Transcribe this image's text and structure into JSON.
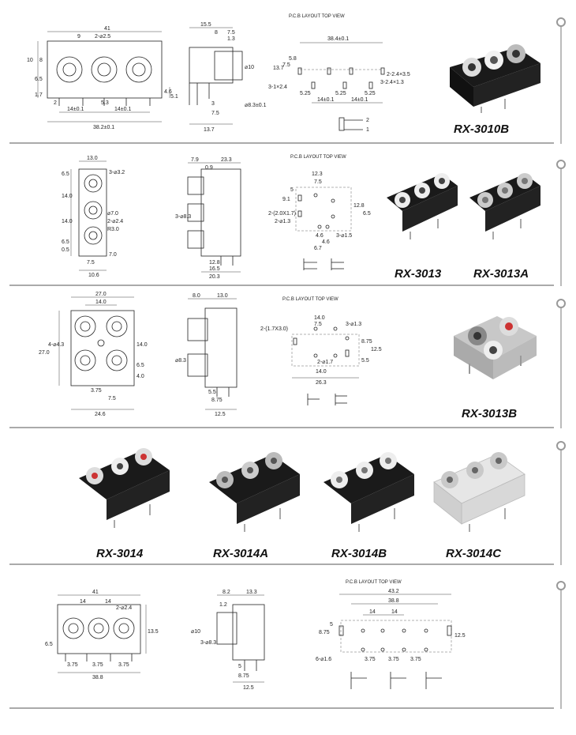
{
  "sections": [
    {
      "model_labels": [
        "RX-3010B"
      ],
      "pcb_header": "P.C.B LAYOUT    TOP VIEW",
      "front_dims": [
        "41",
        "9",
        "2-⌀2.5",
        "10",
        "8",
        "6.5",
        "1.7",
        "2",
        "5.3",
        "14±0.1",
        "14±0.1",
        "38.2±0.1",
        "4.6",
        "5.1"
      ],
      "side_dims": [
        "15.5",
        "8",
        "7.5",
        "1.3",
        "⌀10",
        "⌀8.3±0.1",
        "3",
        "7.5",
        "13.7"
      ],
      "pcb_dims": [
        "38.4±0.1",
        "13.7",
        "7.5",
        "5.8",
        "2-2.4×3.5",
        "3-2.4×1.3",
        "3-1×2.4",
        "5.25",
        "5.25",
        "5.25",
        "14±0.1",
        "14±0.1",
        "2",
        "1"
      ]
    },
    {
      "model_labels": [
        "RX-3013",
        "RX-3013A"
      ],
      "pcb_header": "P.C.B LAYOUT    TOP VIEW",
      "front_dims": [
        "13.0",
        "3-⌀3.2",
        "6.5",
        "14.0",
        "14.0",
        "6.5",
        "0.5",
        "⌀7.0",
        "2-⌀2.4",
        "R3.0",
        "7.5",
        "7.0",
        "10.6"
      ],
      "side_dims": [
        "7.9",
        "23.3",
        "0.9",
        "3-⌀8.3",
        "12.8",
        "16.5",
        "20.3"
      ],
      "pcb_dims": [
        "12.3",
        "7.5",
        "5",
        "9.1",
        "2-(2.0X1.7)",
        "2-⌀1.3",
        "12.8",
        "4.6",
        "4.6",
        "6.7",
        "3-⌀1.5",
        "6.5"
      ]
    },
    {
      "model_labels": [
        "RX-3013B"
      ],
      "pcb_header": "P.C.B LAYOUT    TOP VIEW",
      "front_dims": [
        "27.0",
        "14.0",
        "4-⌀4.3",
        "27.0",
        "14.0",
        "4.0",
        "6.5",
        "3.75",
        "7.5",
        "24.6"
      ],
      "side_dims": [
        "8.0",
        "13.0",
        "⌀8.3",
        "5.5",
        "8.75",
        "12.5"
      ],
      "pcb_dims": [
        "14.0",
        "7.5",
        "2-(1.7X3.0)",
        "3-⌀1.3",
        "2-⌀1.7",
        "12.5",
        "8.75",
        "5.5",
        "14.0",
        "26.3"
      ]
    },
    {
      "model_labels": [
        "RX-3014",
        "RX-3014A",
        "RX-3014B",
        "RX-3014C"
      ]
    },
    {
      "pcb_header": "P.C.B LAYOUT    TOP VIEW",
      "front_dims": [
        "41",
        "14",
        "14",
        "2-⌀2.4",
        "13.5",
        "6.5",
        "3.75",
        "3.75",
        "3.75",
        "38.8"
      ],
      "side_dims": [
        "8.2",
        "13.3",
        "1.2",
        "⌀10",
        "3-⌀8.3",
        "5",
        "8.75",
        "12.5"
      ],
      "pcb_dims": [
        "43.2",
        "38.8",
        "14",
        "14",
        "8.75",
        "5",
        "12.5",
        "6-⌀1.6",
        "3.75",
        "3.75",
        "3.75"
      ]
    }
  ],
  "colors": {
    "separator": "#aaaaaa",
    "rail": "#bbbbbb",
    "line": "#222222",
    "jack_body": "#1a1a1a",
    "metal": "#c8c8c8",
    "white_body": "#e6e6e6"
  }
}
